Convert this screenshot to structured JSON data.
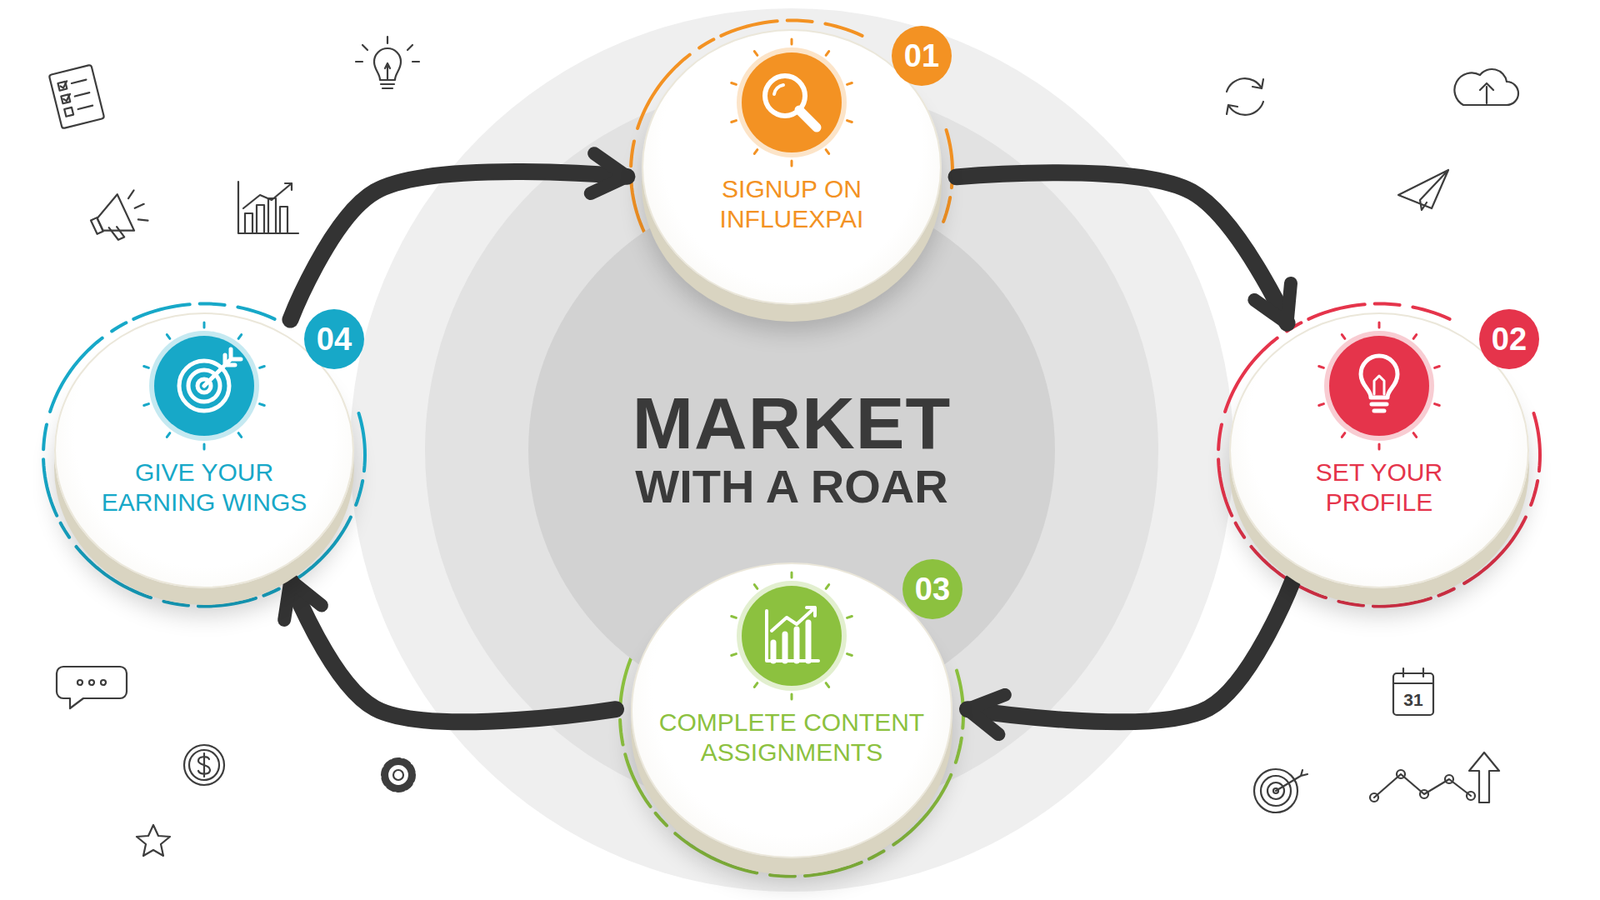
{
  "diagram": {
    "nodes": [
      {
        "text": [
          "MARKET",
          "WITH A ROAR"
        ]
      },
      {
        "text": [
          "01",
          "SIGNUP ON INFLUEXPAI"
        ]
      },
      {
        "text": [
          "02",
          "SET YOUR PROFILE"
        ]
      },
      {
        "text": [
          "03",
          "COMPLETE CONTENT ASSIGNMENTS"
        ]
      },
      {
        "text": [
          "04",
          "GIVE YOUR EARNING WINGS"
        ]
      }
    ],
    "edges": [
      {
        "from": 1,
        "to": 2,
        "arrow": "to"
      },
      {
        "from": 2,
        "to": 3,
        "arrow": "to"
      },
      {
        "from": 3,
        "to": 4,
        "arrow": "to"
      },
      {
        "from": 4,
        "to": 1,
        "arrow": "to"
      }
    ],
    "labels": [
      "31"
    ]
  }
}
